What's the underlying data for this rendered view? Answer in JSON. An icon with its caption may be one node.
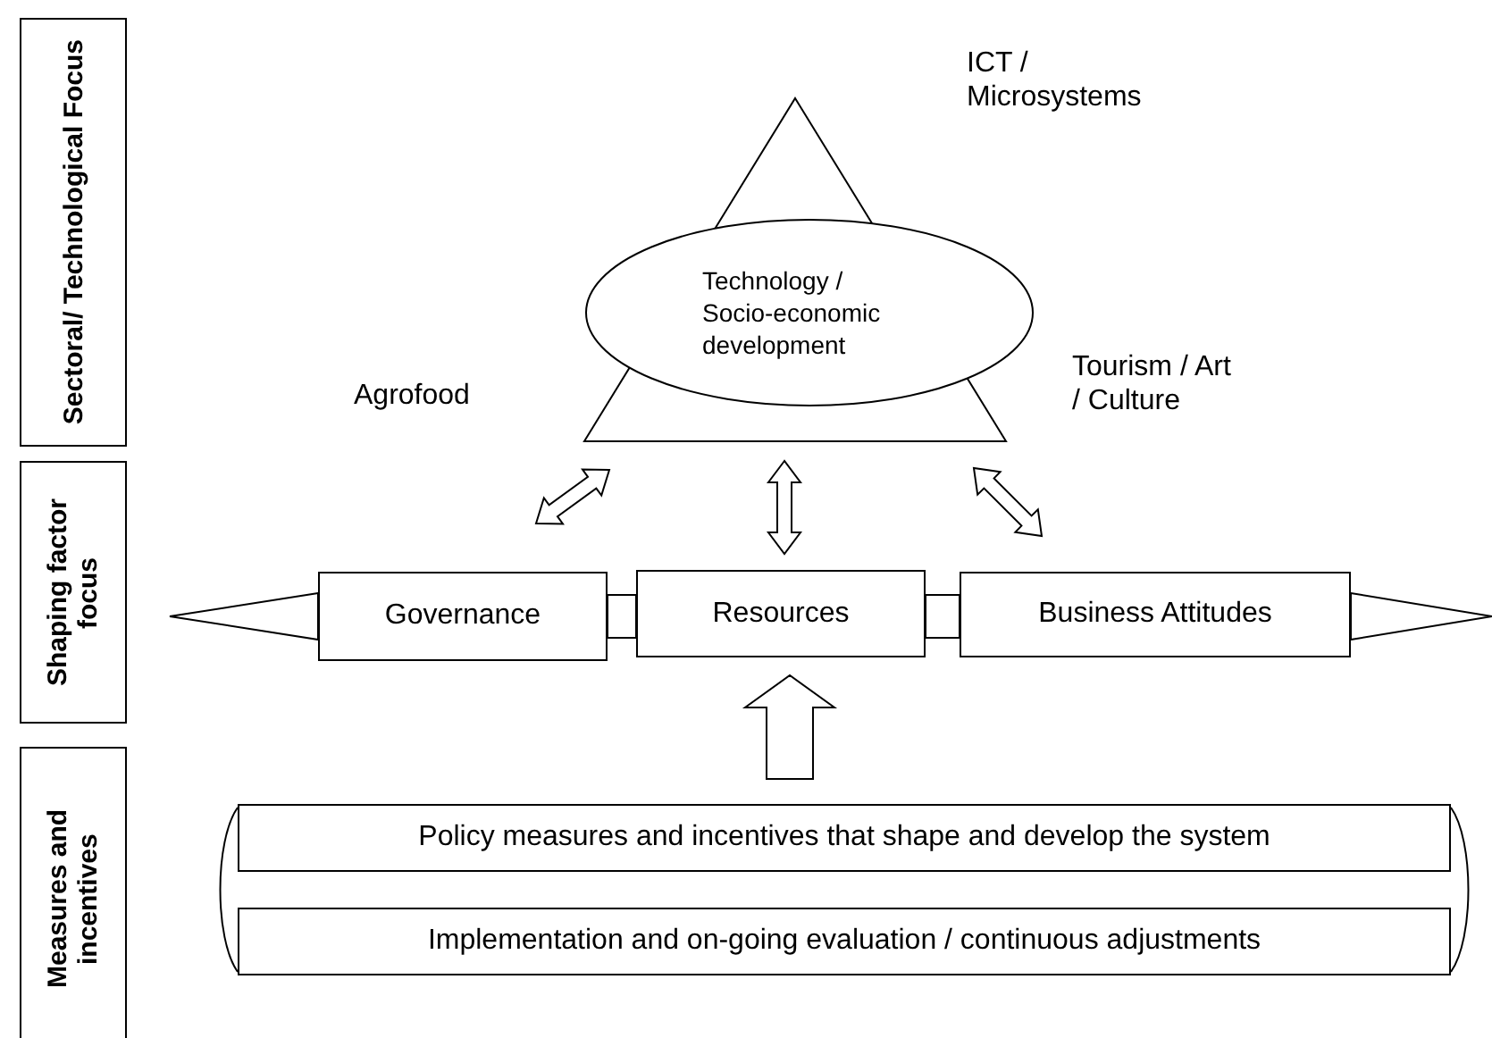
{
  "diagram": {
    "nodes": [
      {
        "text": [
          "Sectoral/ Technological Focus"
        ]
      },
      {
        "text": [
          "Shaping factor focus"
        ]
      },
      {
        "text": [
          "Measures and incentives"
        ]
      },
      {
        "text": [],
        "shape": "triangle"
      },
      {
        "text": [
          "Technology / Socio-economic development"
        ]
      },
      {
        "text": [
          "Governance"
        ]
      },
      {
        "text": [
          "Resources"
        ]
      },
      {
        "text": [
          "Business Attitudes"
        ]
      },
      {
        "text": [
          "Policy measures and incentives that shape and develop the system"
        ]
      },
      {
        "text": [
          "Implementation and on-going evaluation / continuous adjustments"
        ]
      },
      {
        "text": [],
        "shape": "triangle"
      },
      {
        "text": [],
        "shape": "triangle"
      }
    ],
    "edges": [
      {
        "from": 3,
        "to": 5,
        "arrow": "both"
      },
      {
        "from": 3,
        "to": 6,
        "arrow": "both"
      },
      {
        "from": 3,
        "to": 7,
        "arrow": "both"
      },
      {
        "from": 5,
        "to": 6,
        "arrow": "none"
      },
      {
        "from": 6,
        "to": 7,
        "arrow": "none"
      },
      {
        "from": 8,
        "to": 6,
        "arrow": "to"
      },
      {
        "from": 8,
        "to": 9,
        "arrow": "none"
      },
      {
        "from": 8,
        "to": 9,
        "arrow": "none"
      }
    ],
    "labels": [
      "ICT / Microsystems",
      "Agrofood",
      "Tourism / Art / Culture"
    ]
  }
}
